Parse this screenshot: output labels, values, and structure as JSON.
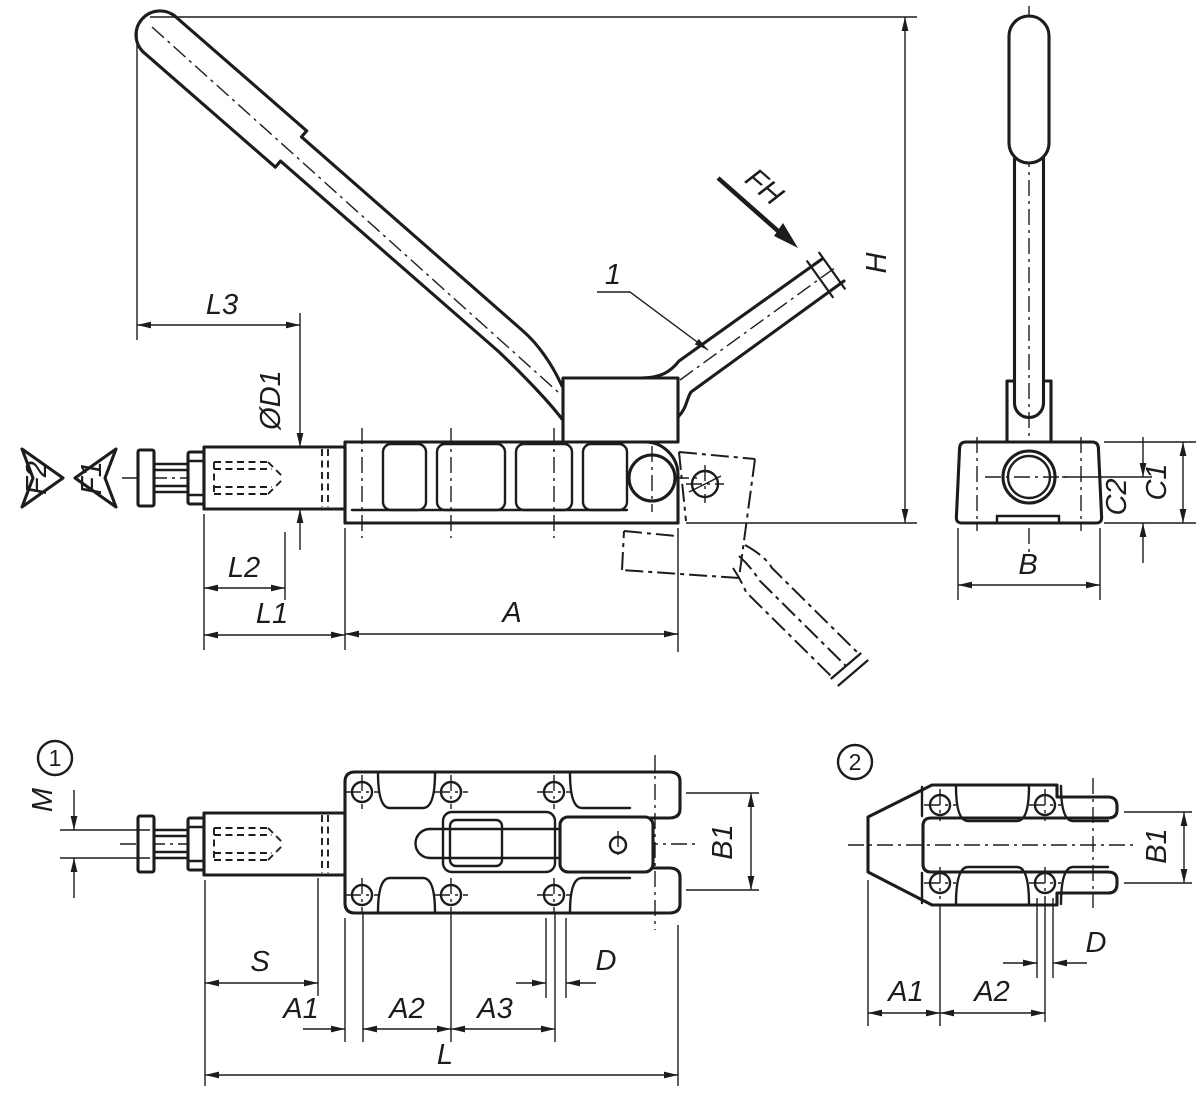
{
  "drawing": {
    "background": "#ffffff",
    "line_color": "#1c1c1c",
    "front_view": {
      "l3": "L3",
      "d1": "ØD1",
      "f2": "F2",
      "f1": "F1",
      "l2": "L2",
      "l1": "L1",
      "a": "A",
      "h": "H",
      "fh": "FH",
      "callout_1": "1"
    },
    "side_view": {
      "b": "B",
      "c1": "C1",
      "c2": "C2"
    },
    "detail_view_1": {
      "marker": "1",
      "m": "M",
      "s": "S",
      "a1": "A1",
      "a2": "A2",
      "a3": "A3",
      "d": "D",
      "l": "L",
      "b1": "B1"
    },
    "detail_view_2": {
      "marker": "2",
      "a1": "A1",
      "a2": "A2",
      "d": "D",
      "b1": "B1"
    }
  }
}
